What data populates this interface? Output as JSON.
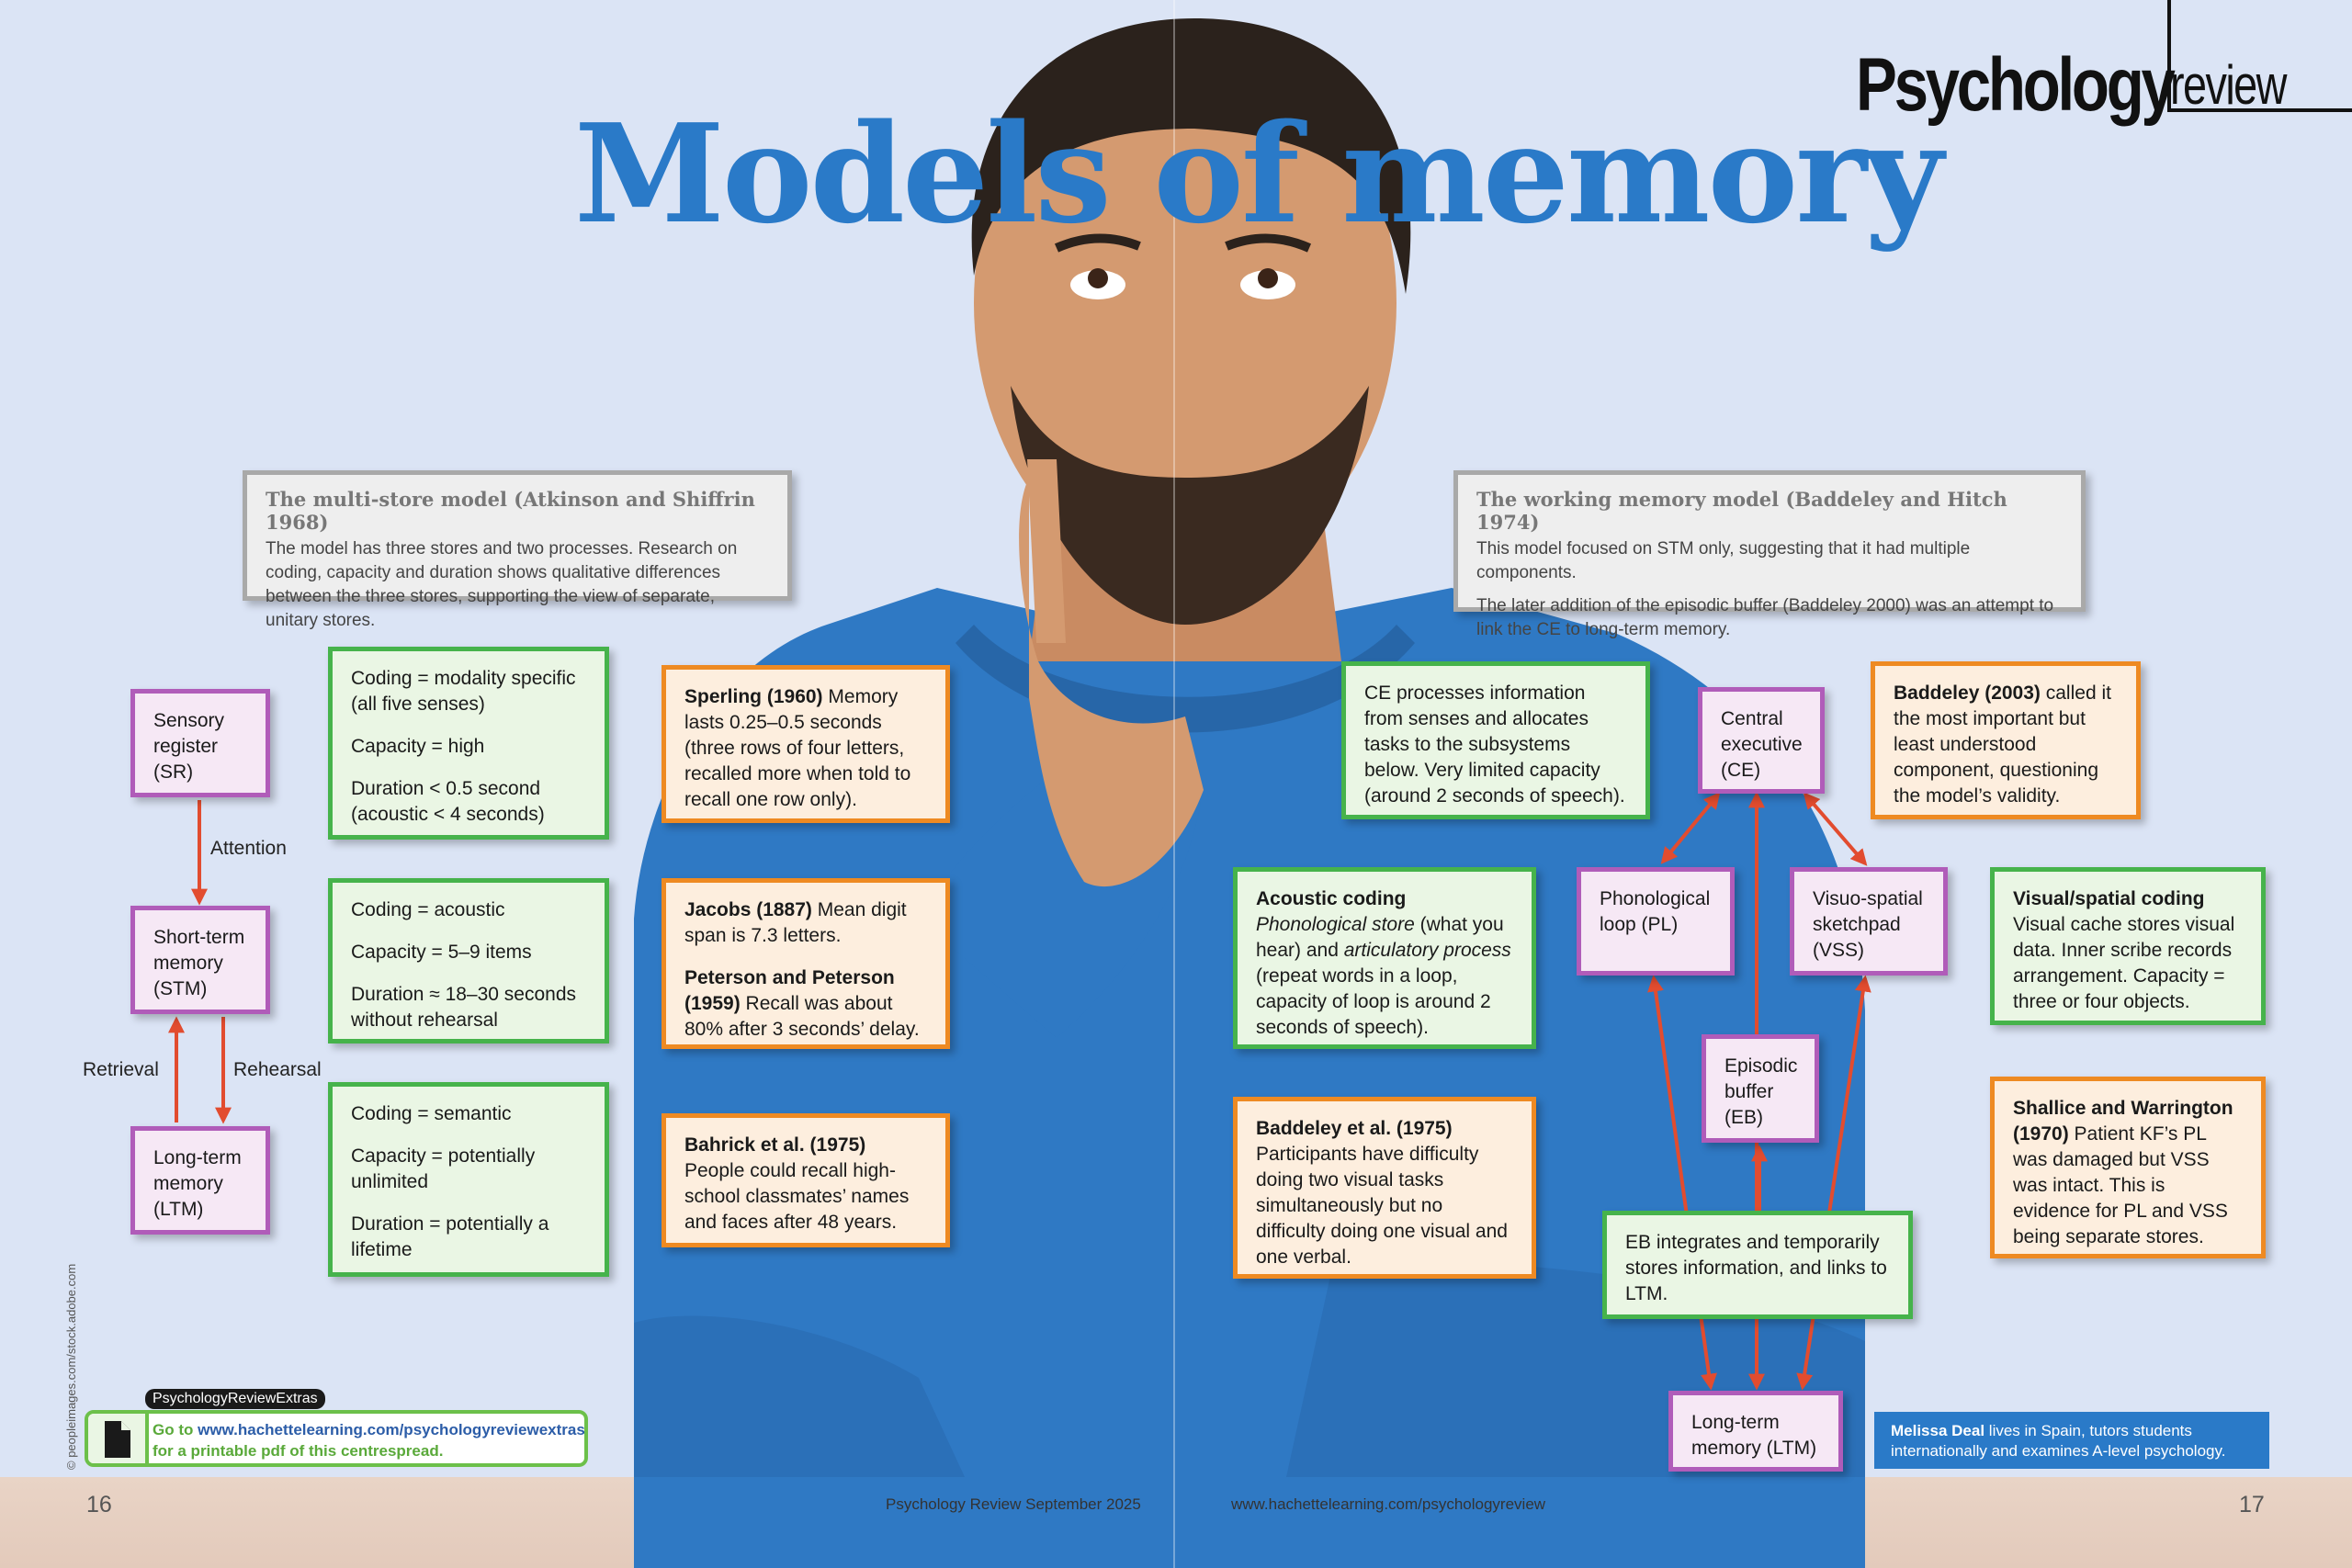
{
  "title": "Models of memory",
  "logo": {
    "psychology": "Psychology",
    "review": "review"
  },
  "multi_store": {
    "heading": "The multi-store model (Atkinson and Shiffrin 1968)",
    "text": "The model has three stores and two processes. Research on coding, capacity and duration shows qualitative differences between the three stores, supporting the view of separate, unitary stores."
  },
  "working_memory": {
    "heading": "The working memory model (Baddeley and Hitch 1974)",
    "text1": "This model focused on STM only, suggesting that it had multiple components.",
    "text2": "The later addition of the episodic buffer (Baddeley 2000) was an attempt to link the CE to long-term memory."
  },
  "msm": {
    "sr": "Sensory register (SR)",
    "stm": "Short-term memory (STM)",
    "ltm": "Long-term memory (LTM)",
    "attention": "Attention",
    "retrieval": "Retrieval",
    "rehearsal": "Rehearsal",
    "sr_info": [
      "Coding = modality specific (all five senses)",
      "Capacity = high",
      "Duration < 0.5 second (acoustic < 4 seconds)"
    ],
    "stm_info": [
      "Coding = acoustic",
      "Capacity = 5–9 items",
      "Duration ≈ 18–30 seconds without rehearsal"
    ],
    "ltm_info": [
      "Coding = semantic",
      "Capacity = potentially unlimited",
      "Duration = potentially a lifetime"
    ]
  },
  "studies_left": {
    "sperling_b": "Sperling (1960)",
    "sperling": " Memory lasts 0.25–0.5 seconds (three rows of four letters, recalled more when told to recall one row only).",
    "jacobs_b": "Jacobs (1887)",
    "jacobs": " Mean digit span is 7.3 letters.",
    "peterson_b": "Peterson and Peterson (1959)",
    "peterson": " Recall was about 80% after 3 seconds’ delay.",
    "bahrick_b": "Bahrick et al. (1975)",
    "bahrick": " People could recall high-school classmates’ names and faces after 48 years."
  },
  "wmm": {
    "ce_info": "CE processes information from senses and allocates tasks to the subsystems below. Very limited capacity (around 2 seconds of speech).",
    "ce": "Central executive (CE)",
    "pl": "Phonological loop (PL)",
    "vss": "Visuo-spatial sketchpad (VSS)",
    "eb": "Episodic buffer (EB)",
    "ltm": "Long-term memory (LTM)",
    "eb_info": "EB integrates and temporarily stores information, and links to LTM.",
    "acoustic_b": "Acoustic coding",
    "acoustic_i1": "Phonological store",
    "acoustic_t1": " (what you hear) and ",
    "acoustic_i2": "articulatory process",
    "acoustic_t2": " (repeat words in a loop, capacity of loop is around 2 seconds of speech).",
    "baddeley75_b": "Baddeley et al. (1975)",
    "baddeley75": "Participants have difficulty doing two visual tasks simultaneously but no difficulty doing one visual and one verbal.",
    "baddeley03_b": "Baddeley (2003)",
    "baddeley03": " called it the most important but least understood component, questioning the model’s validity.",
    "visual_b": "Visual/spatial coding",
    "visual": "Visual cache stores visual data. Inner scribe records arrangement. Capacity = three or four objects.",
    "shallice_b": "Shallice and Warrington (1970)",
    "shallice": " Patient KF’s PL was damaged but VSS was intact. This is evidence for PL and VSS being separate stores."
  },
  "extras": {
    "tag": "PsychologyReviewExtras",
    "go": "Go to ",
    "url": "www.hachettelearning.com/psychologyreviewextras",
    "line2": "for a printable pdf of this centrespread."
  },
  "credit": "© peopleimages.com/stock.adobe.com",
  "author": {
    "name": "Melissa Deal",
    "text": " lives in Spain, tutors students internationally and examines A-level psychology."
  },
  "footer": {
    "page_left": "16",
    "page_right": "17",
    "magazine": "Psychology Review  September 2025",
    "website": "www.hachettelearning.com/psychologyreview"
  },
  "colors": {
    "title": "#2a7ac8",
    "green": "#46b34b",
    "orange": "#ee8a22",
    "purple": "#b05cb9",
    "arrow": "#e24c2f"
  }
}
